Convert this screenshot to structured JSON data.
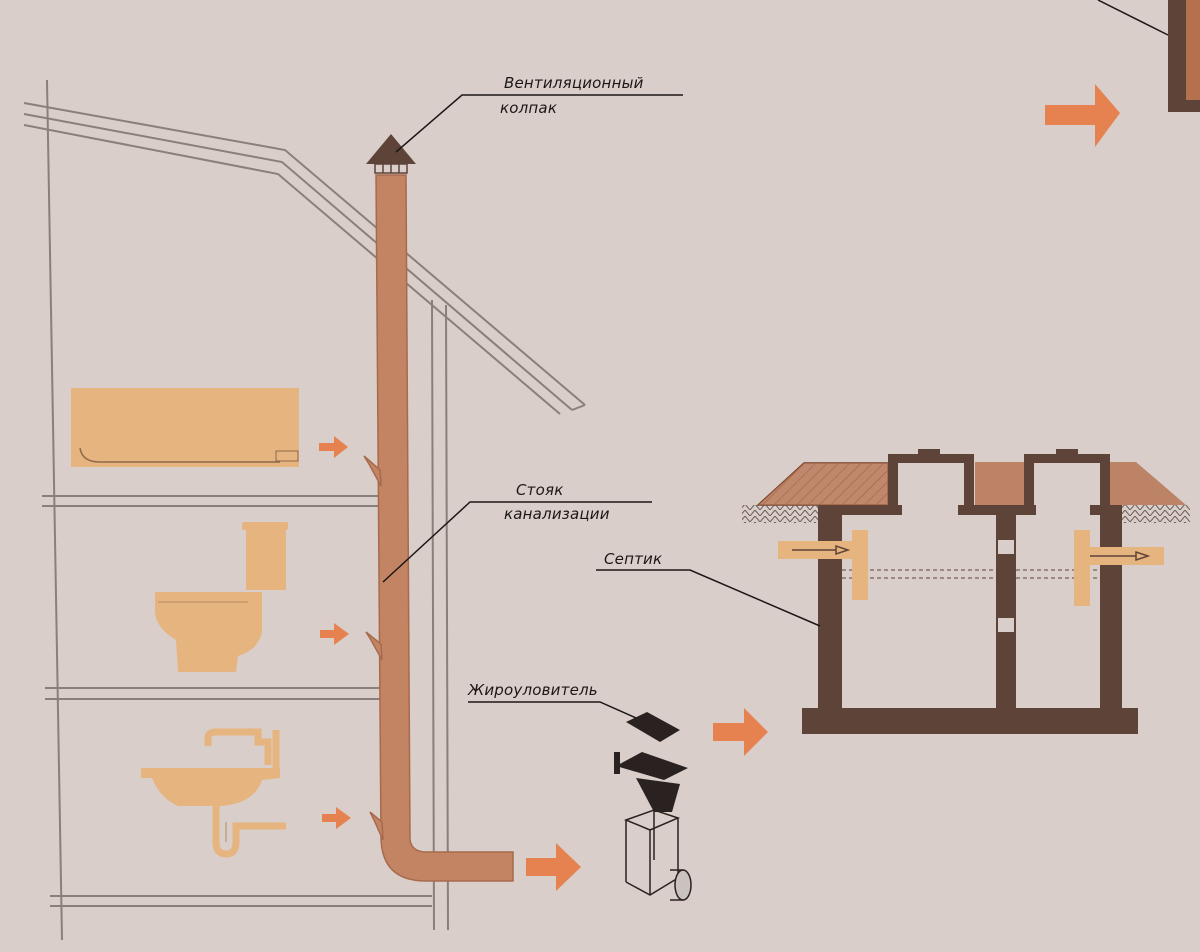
{
  "labels": {
    "vent_cap_line1": "Вентиляционный",
    "vent_cap_line2": "колпак",
    "riser_line1": "Стояк",
    "riser_line2": "канализации",
    "septic": "Септик",
    "grease_trap": "Жироуловитель"
  },
  "colors": {
    "background": "#d9cec9",
    "pipe": "#c28463",
    "pipe_edge": "#a86a4d",
    "fixture": "#e6b47f",
    "arrow": "#e6824f",
    "concrete": "#5e4338",
    "soil": "#b5704e",
    "wall_line": "#8a7f7b"
  },
  "icons": [
    "bathtub-icon",
    "toilet-icon",
    "sink-icon",
    "grease-trap-icon",
    "vent-cap-icon",
    "septic-tank-icon"
  ]
}
